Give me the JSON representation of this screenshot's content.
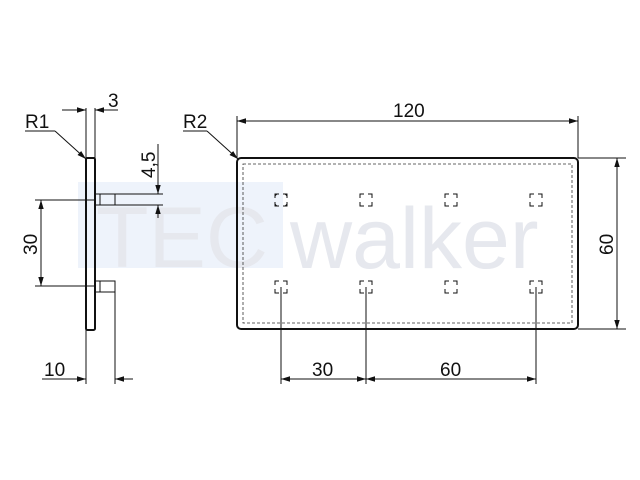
{
  "watermark": {
    "text_left": "TEC",
    "text_right": "walker",
    "box_color": "#eef3fb"
  },
  "side_view": {
    "radius_label": "R1",
    "thickness_label": "3",
    "pin_offset_label": "4,5",
    "pin_spacing_label": "30",
    "pin_length_label": "10"
  },
  "front_view": {
    "radius_label": "R2",
    "width_label": "120",
    "height_label": "60",
    "hole_spacing_left_label": "30",
    "hole_spacing_right_label": "60"
  },
  "colors": {
    "line": "#111111",
    "watermark_text": "#e6e8ee"
  }
}
